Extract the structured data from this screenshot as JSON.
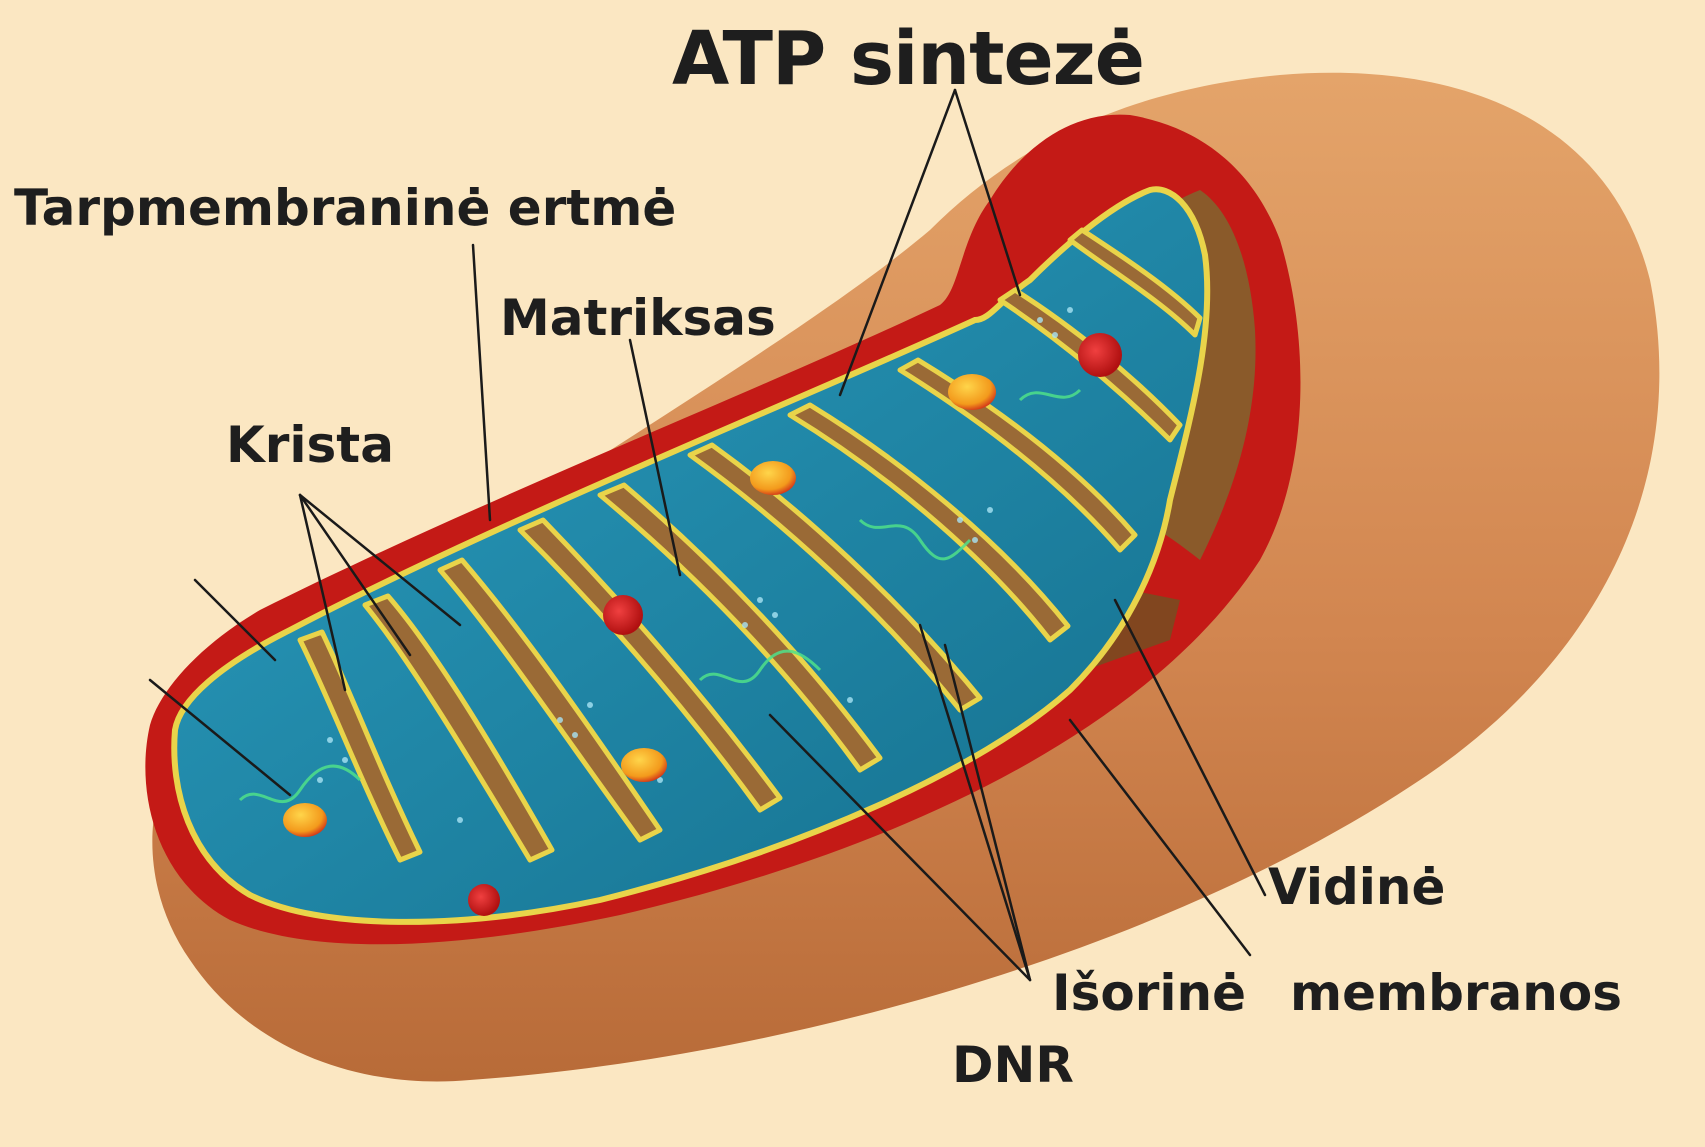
{
  "labels": {
    "atp_sinteze": "ATP sintezė",
    "tarpmembranine_ertme": "Tarpmembraninė ertmė",
    "matriksas": "Matriksas",
    "krista": "Krista",
    "vidine": "Vidinė",
    "isorine": "Išorinė",
    "membranos": "membranos",
    "dnr": "DNR"
  },
  "colors": {
    "background": "#fbe7c2",
    "outer_membrane": "#d0874f",
    "intermembrane_red": "#c41a16",
    "matrix_blue": "#1e87a8",
    "inner_membrane_yellow": "#e9d44a",
    "ribosome": "#d82020",
    "atp_granule": "#f6a021"
  }
}
